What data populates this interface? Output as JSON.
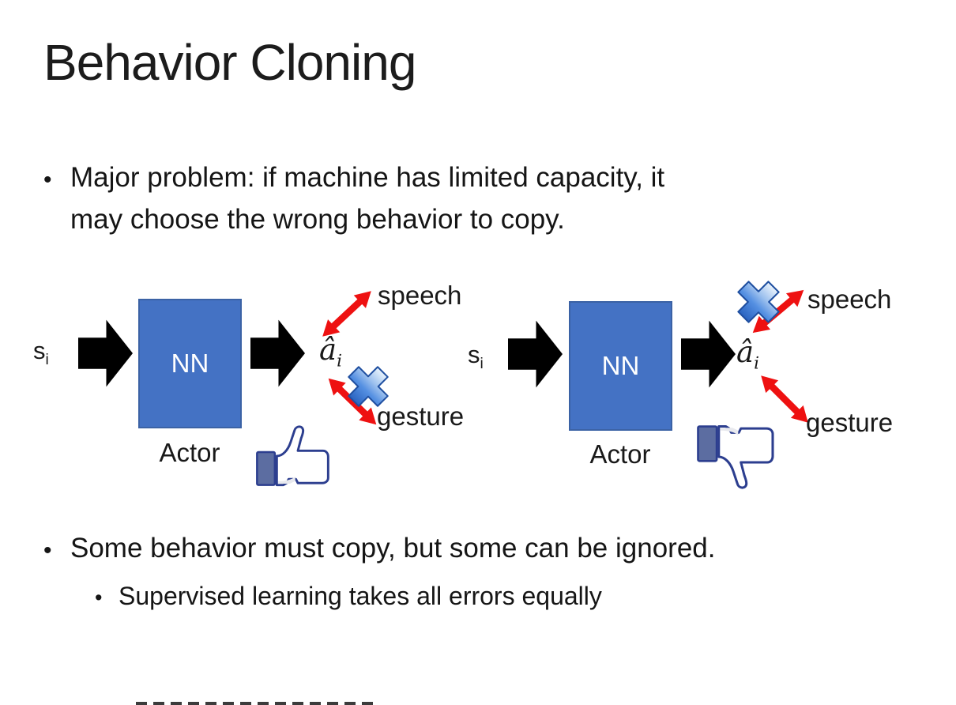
{
  "title": "Behavior Cloning",
  "bullets": {
    "marker": "•",
    "main1_line1": "Major problem: if machine has limited capacity, it",
    "main1_line2": "may choose the wrong behavior to copy.",
    "main2": "Some behavior must copy, but some can be ignored.",
    "sub2": "Supervised learning takes all errors equally"
  },
  "diagram": {
    "left": {
      "input_base": "s",
      "input_sub": "i",
      "nn_label": "NN",
      "actor_label": "Actor",
      "output_base": "â",
      "output_sub": "i",
      "speech_label": "speech",
      "gesture_label": "gesture",
      "crossed_out": "gesture",
      "feedback_icon": "thumbs-up"
    },
    "right": {
      "input_base": "s",
      "input_sub": "i",
      "nn_label": "NN",
      "actor_label": "Actor",
      "output_base": "â",
      "output_sub": "i",
      "speech_label": "speech",
      "gesture_label": "gesture",
      "crossed_out": "speech",
      "feedback_icon": "thumbs-down"
    }
  },
  "colors": {
    "nn_box_fill": "#4472c4",
    "nn_box_border": "#3b62a5",
    "block_arrow": "#000000",
    "relation_arrow_red": "#ee1111",
    "cross_blue": "#3a79da",
    "thumb_outline": "#2c3e8f",
    "thumb_sleeve": "#5c6da1",
    "text": "#1a1a1a"
  }
}
